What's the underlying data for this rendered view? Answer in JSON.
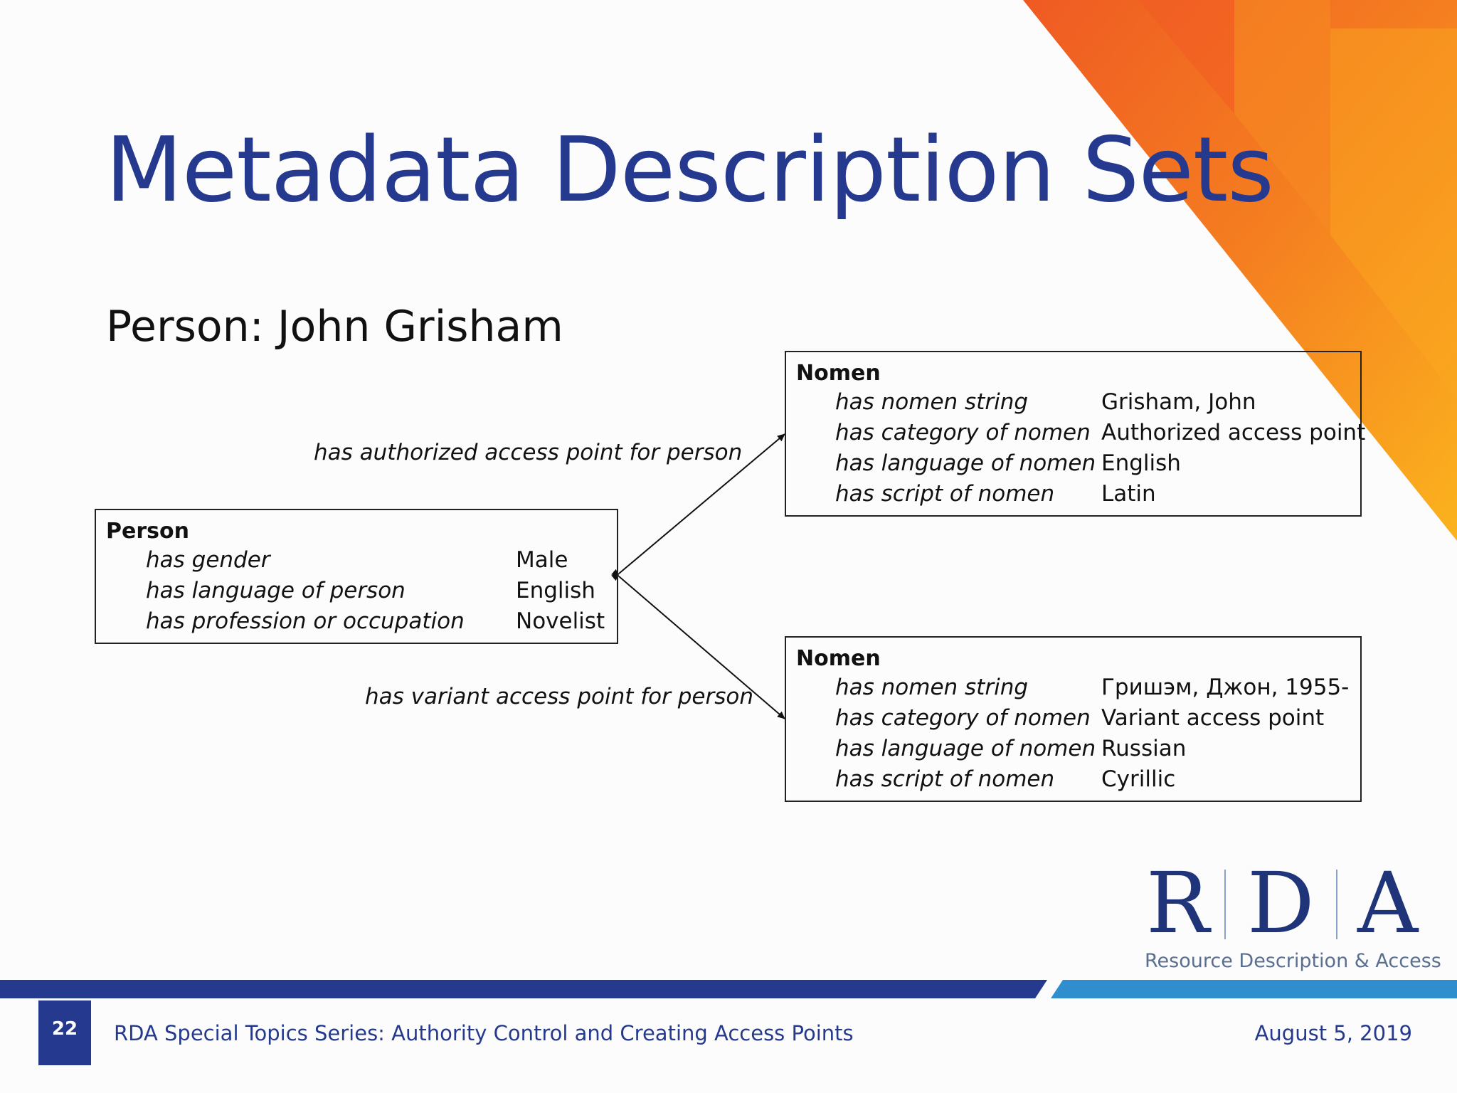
{
  "slide": {
    "title": "Metadata Description Sets",
    "subtitle": "Person: John Grisham"
  },
  "person_box": {
    "heading": "Person",
    "rows": [
      {
        "property": "has gender",
        "value": "Male"
      },
      {
        "property": "has language of person",
        "value": "English"
      },
      {
        "property": "has profession or occupation",
        "value": "Novelist"
      }
    ]
  },
  "nomen_top": {
    "heading": "Nomen",
    "rows": [
      {
        "property": "has nomen string",
        "value": "Grisham, John"
      },
      {
        "property": "has category of nomen",
        "value": "Authorized access point"
      },
      {
        "property": "has language of nomen",
        "value": "English"
      },
      {
        "property": "has script of nomen",
        "value": "Latin"
      }
    ]
  },
  "nomen_bottom": {
    "heading": "Nomen",
    "rows": [
      {
        "property": "has nomen string",
        "value": "Гришэм, Джон, 1955-"
      },
      {
        "property": "has category of nomen",
        "value": "Variant access point"
      },
      {
        "property": "has language of nomen",
        "value": "Russian"
      },
      {
        "property": "has script of nomen",
        "value": "Cyrillic"
      }
    ]
  },
  "relationships": {
    "authorized": "has authorized access point for person",
    "variant": "has variant access point for person"
  },
  "logo": {
    "letters": [
      "R",
      "D",
      "A"
    ],
    "tagline": "Resource Description & Access"
  },
  "footer": {
    "slide_number": "22",
    "series": "RDA Special Topics Series: Authority Control and Creating Access Points",
    "date": "August 5, 2019"
  },
  "colors": {
    "title_blue": "#253a8e",
    "footer_navy": "#253a8e",
    "footer_light_blue": "#2f8fce",
    "orange": "#f26b22",
    "amber": "#f9a825"
  }
}
